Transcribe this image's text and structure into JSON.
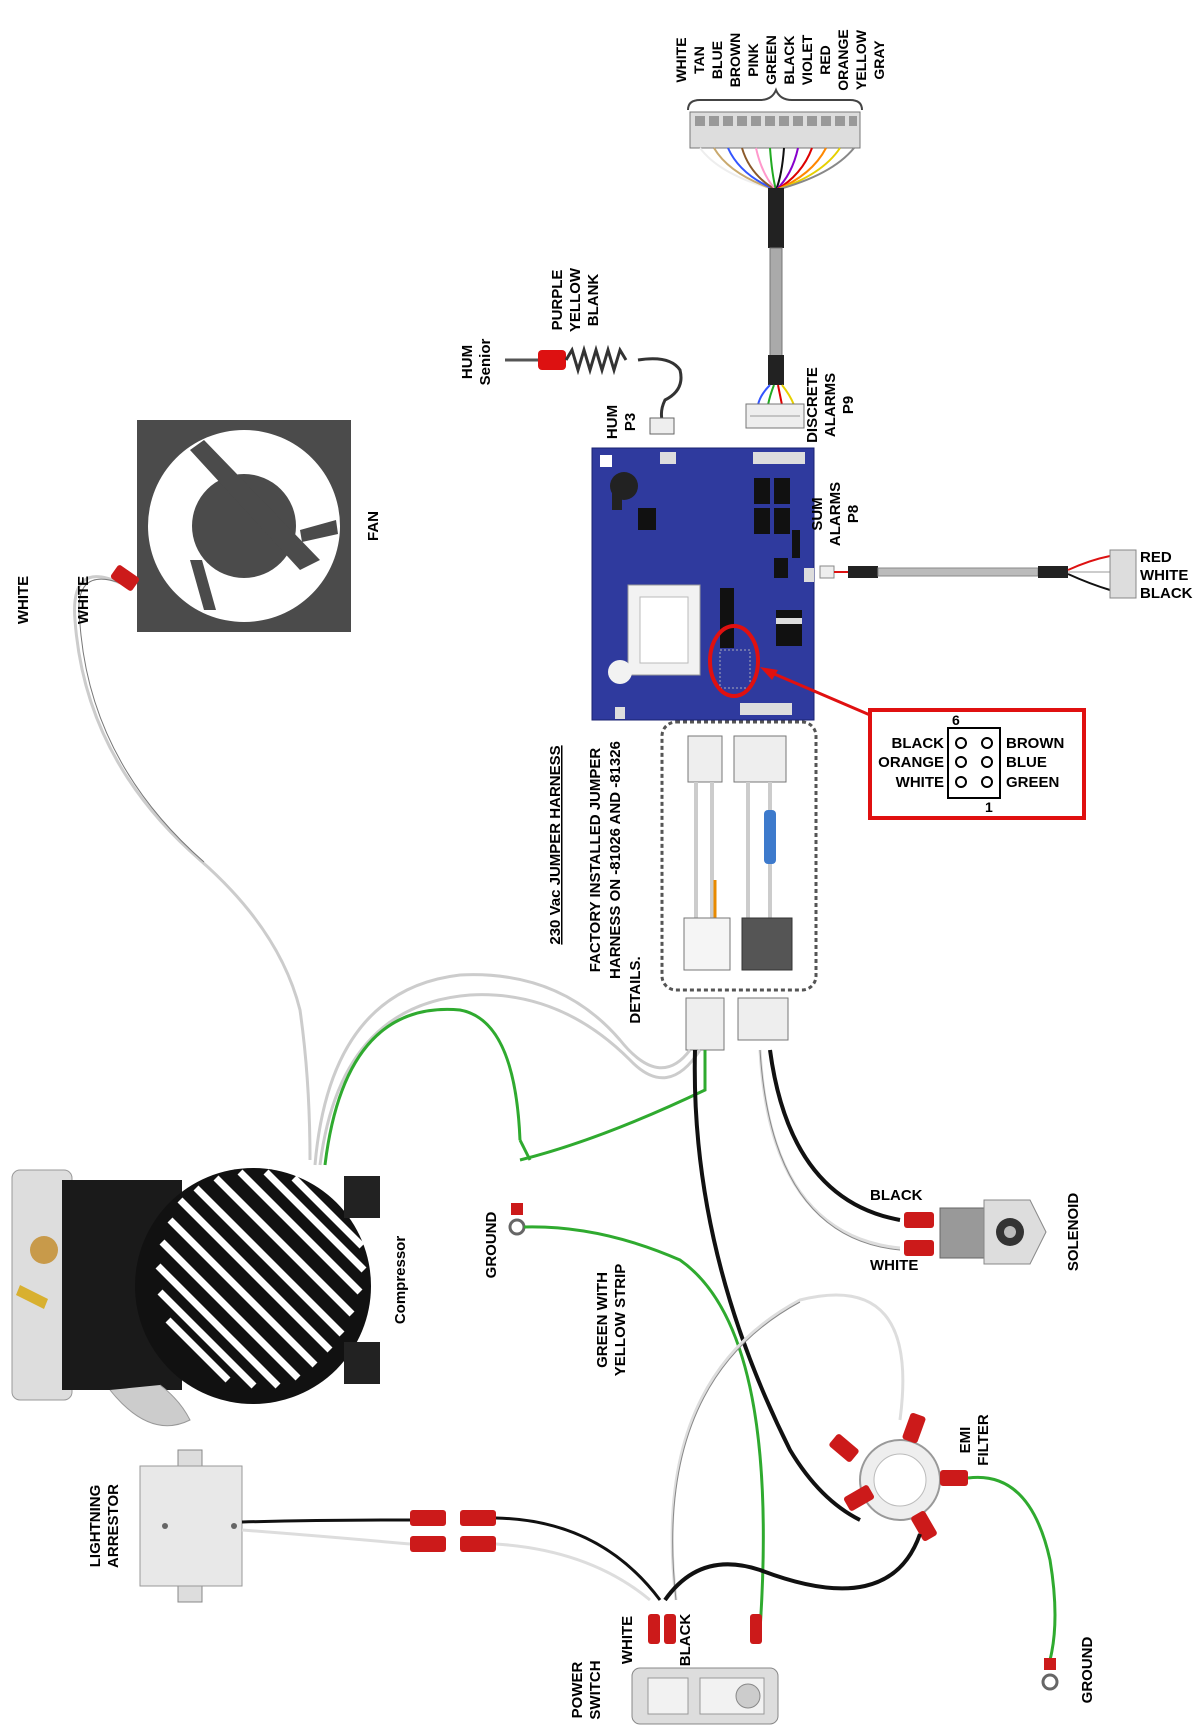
{
  "top_connector": {
    "wire_colors": [
      "WHITE",
      "TAN",
      "BLUE",
      "BROWN",
      "PINK",
      "GREEN",
      "BLACK",
      "VIOLET",
      "RED",
      "ORANGE",
      "YELLOW",
      "GRAY"
    ]
  },
  "hum_sensor": {
    "name_line1": "HUM",
    "name_line2": "Senior",
    "pins": [
      "PURPLE",
      "YELLOW",
      "BLANK"
    ],
    "port_line1": "HUM",
    "port_line2": "P3"
  },
  "discrete_alarms": {
    "line1": "DISCRETE",
    "line2": "ALARMS",
    "line3": "P9"
  },
  "sum_alarms": {
    "line1": "SUM",
    "line2": "ALARMS",
    "line3": "P8",
    "wires": [
      "RED",
      "WHITE",
      "BLACK"
    ]
  },
  "fan": {
    "label": "FAN",
    "wire_outer": "WHITE",
    "wire_inner": "WHITE"
  },
  "jumper_harness": {
    "title": "230 Vac JUMPER HARNESS",
    "note_line1": "FACTORY INSTALLED JUMPER",
    "note_line2": "HARNESS ON -81026 AND -81326",
    "note_line3": "DETAILS."
  },
  "pin_detail": {
    "top_number": "6",
    "bottom_number": "1",
    "left_labels": [
      "BLACK",
      "ORANGE",
      "WHITE"
    ],
    "right_labels": [
      "BROWN",
      "BLUE",
      "GREEN"
    ]
  },
  "compressor": {
    "label": "Compressor"
  },
  "ground_1": {
    "label": "GROUND"
  },
  "ground_wire": {
    "line1": "GREEN WITH",
    "line2": "YELLOW STRIP"
  },
  "solenoid": {
    "label": "SOLENOID",
    "wire_top": "BLACK",
    "wire_bottom": "WHITE"
  },
  "emi_filter": {
    "line1": "EMI",
    "line2": "FILTER"
  },
  "ground_2": {
    "label": "GROUND"
  },
  "lightning_arrestor": {
    "line1": "LIGHTNING",
    "line2": "ARRESTOR"
  },
  "power_switch": {
    "line1": "POWER",
    "line2": "SWITCH",
    "wire_white": "WHITE",
    "wire_black": "BLACK"
  },
  "colors": {
    "board": "#2f3a9e",
    "highlight_red": "#e01010",
    "ground_green": "#2faa2f",
    "terminal_red": "#cc1a1a"
  }
}
